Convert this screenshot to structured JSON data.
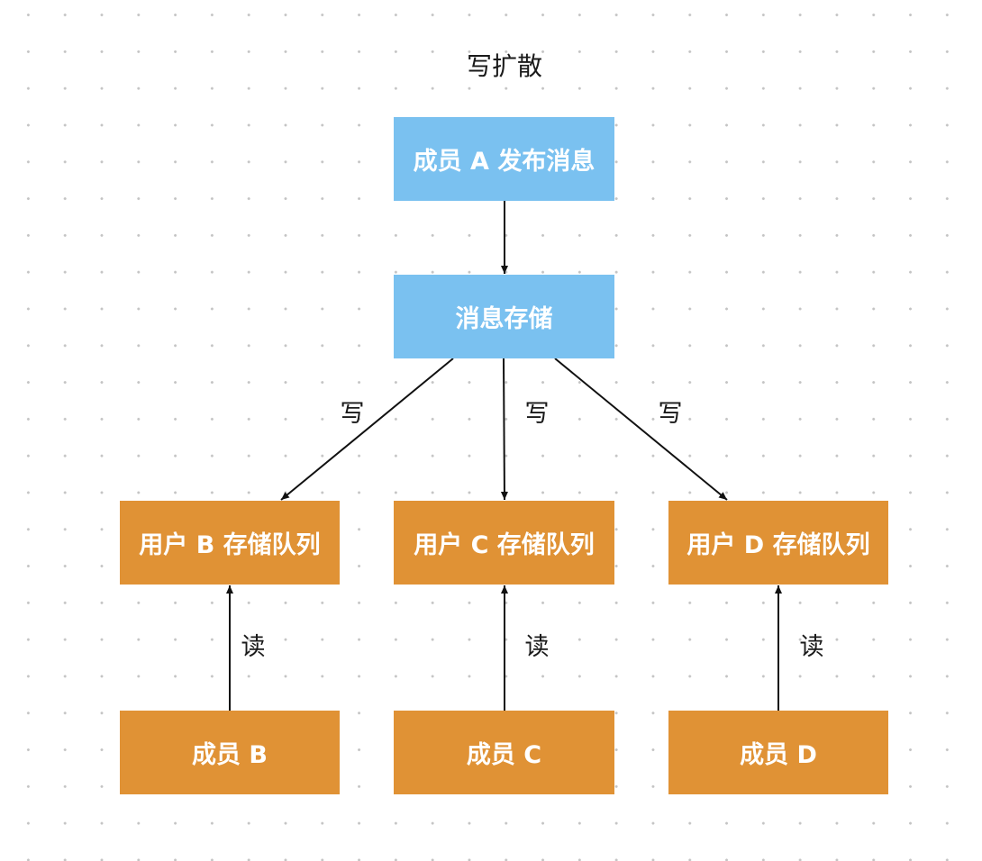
{
  "title": "写扩散",
  "nodes": {
    "publisher": "成员 A 发布消息",
    "store": "消息存储",
    "queue_b": "用户 B 存储队列",
    "queue_c": "用户 C 存储队列",
    "queue_d": "用户 D 存储队列",
    "member_b": "成员 B",
    "member_c": "成员 C",
    "member_d": "成员 D"
  },
  "edge_labels": {
    "write_b": "写",
    "write_c": "写",
    "write_d": "写",
    "read_b": "读",
    "read_c": "读",
    "read_d": "读"
  },
  "colors": {
    "blue_box": "#7ac1f0",
    "orange_box": "#e09235",
    "arrow": "#111111"
  }
}
